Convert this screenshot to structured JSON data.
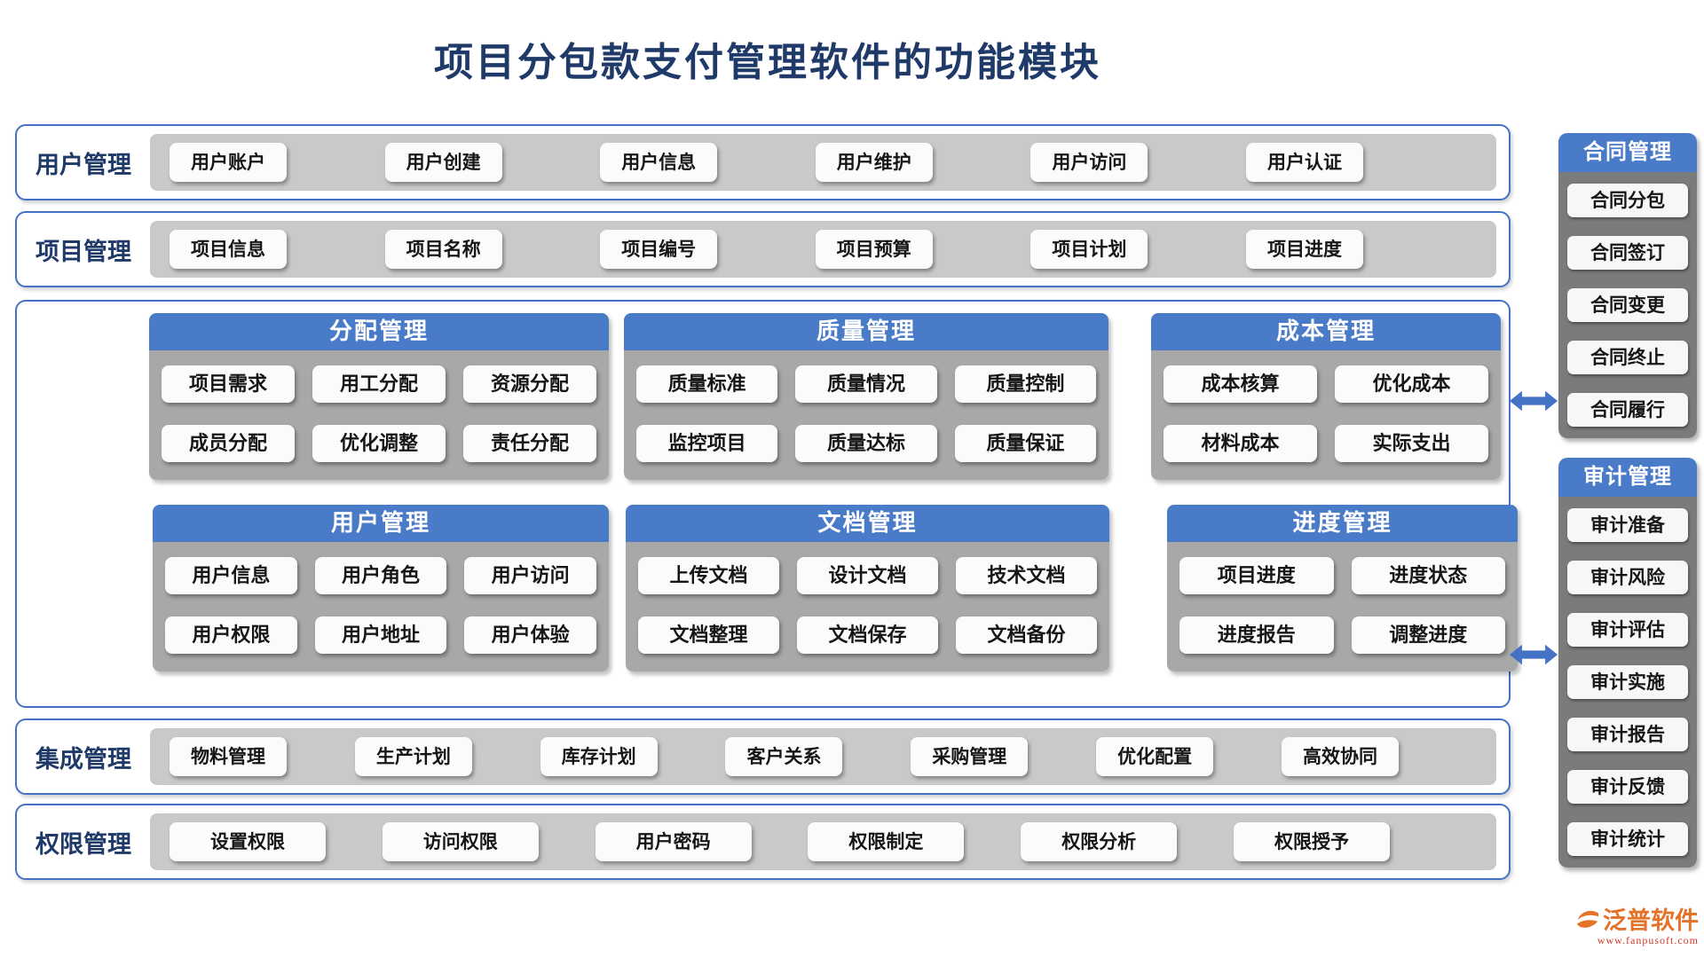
{
  "title": "项目分包款支付管理软件的功能模块",
  "rows": {
    "user": {
      "label": "用户管理",
      "items": [
        "用户账户",
        "用户创建",
        "用户信息",
        "用户维护",
        "用户访问",
        "用户认证"
      ]
    },
    "project": {
      "label": "项目管理",
      "items": [
        "项目信息",
        "项目名称",
        "项目编号",
        "项目预算",
        "项目计划",
        "项目进度"
      ]
    },
    "integration": {
      "label": "集成管理",
      "items": [
        "物料管理",
        "生产计划",
        "库存计划",
        "客户关系",
        "采购管理",
        "优化配置",
        "高效协同"
      ]
    },
    "permission": {
      "label": "权限管理",
      "items": [
        "设置权限",
        "访问权限",
        "用户密码",
        "权限制定",
        "权限分析",
        "权限授予"
      ]
    }
  },
  "panels": {
    "allocation": {
      "title": "分配管理",
      "items": [
        "项目需求",
        "用工分配",
        "资源分配",
        "成员分配",
        "优化调整",
        "责任分配"
      ]
    },
    "quality": {
      "title": "质量管理",
      "items": [
        "质量标准",
        "质量情况",
        "质量控制",
        "监控项目",
        "质量达标",
        "质量保证"
      ]
    },
    "cost": {
      "title": "成本管理",
      "items": [
        "成本核算",
        "优化成本",
        "材料成本",
        "实际支出"
      ]
    },
    "user2": {
      "title": "用户管理",
      "items": [
        "用户信息",
        "用户角色",
        "用户访问",
        "用户权限",
        "用户地址",
        "用户体验"
      ]
    },
    "document": {
      "title": "文档管理",
      "items": [
        "上传文档",
        "设计文档",
        "技术文档",
        "文档整理",
        "文档保存",
        "文档备份"
      ]
    },
    "progress": {
      "title": "进度管理",
      "items": [
        "项目进度",
        "进度状态",
        "进度报告",
        "调整进度"
      ]
    }
  },
  "sidebar": {
    "contract": {
      "title": "合同管理",
      "items": [
        "合同分包",
        "合同签订",
        "合同变更",
        "合同终止",
        "合同履行"
      ]
    },
    "audit": {
      "title": "审计管理",
      "items": [
        "审计准备",
        "审计风险",
        "审计评估",
        "审计实施",
        "审计报告",
        "审计反馈",
        "审计统计"
      ]
    }
  },
  "logo": {
    "name": "泛普软件",
    "url": "www.fanpusoft.com"
  },
  "colors": {
    "accent_blue": "#4472c4",
    "header_blue": "#4a7bc8",
    "title_navy": "#1f3a68",
    "tray_gray": "#c9c9c9",
    "panel_gray": "#a8a8a8",
    "sidebar_gray": "#7b7b7b",
    "logo_orange": "#e4732a",
    "logo_red": "#cf3a2b"
  }
}
